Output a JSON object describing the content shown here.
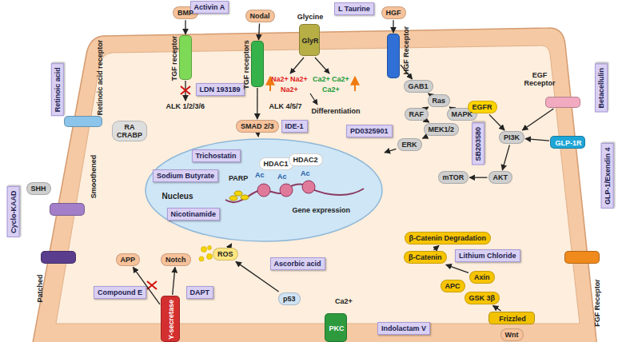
{
  "diagram": {
    "nodes": [
      {
        "text": [
          "BMP"
        ]
      },
      {
        "text": [
          "TGF receptor"
        ]
      },
      {
        "text": [
          "LDN 193189"
        ]
      },
      {
        "text": [
          "Activin A"
        ]
      },
      {
        "text": [
          "Nodal"
        ]
      },
      {
        "text": [
          "TGF receptors"
        ]
      },
      {
        "text": [
          "SMAD 2/3"
        ]
      },
      {
        "text": [
          "IDE-1"
        ]
      },
      {
        "text": [
          "Glycine",
          "GlyR"
        ]
      },
      {
        "text": [
          "L Taurine"
        ]
      },
      {
        "text": [
          "HGF"
        ]
      },
      {
        "text": [
          "HGF Receptor"
        ]
      },
      {
        "text": [
          "GAB1"
        ]
      },
      {
        "text": [
          "Ras"
        ]
      },
      {
        "text": [
          "RAF"
        ]
      },
      {
        "text": [
          "MAPK"
        ]
      },
      {
        "text": [
          "MEK1/2"
        ]
      },
      {
        "text": [
          "ERK"
        ]
      },
      {
        "text": [
          "PD0325901"
        ]
      },
      {
        "text": [
          "EGF Receptor"
        ]
      },
      {
        "text": [
          "Betacellulin"
        ]
      },
      {
        "text": [
          "EGFR"
        ]
      },
      {
        "text": [
          "PI3K"
        ]
      },
      {
        "text": [
          "GLP-1R"
        ]
      },
      {
        "text": [
          "GLP-1/Exendin 4"
        ]
      },
      {
        "text": [
          "SB203580"
        ]
      },
      {
        "text": [
          "AKT"
        ]
      },
      {
        "text": [
          "mTOR"
        ]
      },
      {
        "text": [
          "Retinoic acid"
        ]
      },
      {
        "text": [
          "Retinoic acid receptor"
        ]
      },
      {
        "text": [
          "RA",
          "CRABP"
        ]
      },
      {
        "text": [
          "Cyclo-KAAD"
        ]
      },
      {
        "text": [
          "SHH"
        ]
      },
      {
        "text": [
          "Smoothened"
        ]
      },
      {
        "text": [
          "Patched"
        ]
      },
      {
        "text": [
          "Nucleus"
        ]
      },
      {
        "text": [
          "Trichostatin"
        ],
        "in": 35
      },
      {
        "text": [
          "Sodium Butyrate"
        ],
        "in": 35
      },
      {
        "text": [
          "Nicotinamide"
        ],
        "in": 35
      },
      {
        "text": [
          "HDAC1"
        ],
        "in": 35
      },
      {
        "text": [
          "HDAC2"
        ],
        "in": 35
      },
      {
        "text": [
          "APP"
        ]
      },
      {
        "text": [
          "Notch"
        ]
      },
      {
        "text": [
          "Compound E"
        ]
      },
      {
        "text": [
          "DAPT"
        ]
      },
      {
        "text": [
          "Y-secretase"
        ]
      },
      {
        "text": [
          "ROS"
        ]
      },
      {
        "text": [
          "Ascorbic acid"
        ]
      },
      {
        "text": [
          "p53"
        ]
      },
      {
        "text": [
          "PKC"
        ]
      },
      {
        "text": [
          "Indolactam V"
        ]
      },
      {
        "text": [
          "β-Catenin Degradation"
        ]
      },
      {
        "text": [
          "β-Catenin"
        ]
      },
      {
        "text": [
          "Lithium Chloride"
        ]
      },
      {
        "text": [
          "APC"
        ]
      },
      {
        "text": [
          "Axin"
        ]
      },
      {
        "text": [
          "GSK 3β"
        ]
      },
      {
        "text": [
          "Frizzled"
        ]
      },
      {
        "text": [
          "Wnt"
        ]
      },
      {
        "text": [
          "FGF Receptor"
        ]
      }
    ],
    "edges": [
      {
        "from": 5,
        "to": 6,
        "arrow": "to"
      },
      {
        "from": 6,
        "to": 35,
        "arrow": "to"
      },
      {
        "from": 11,
        "to": 12,
        "arrow": "to"
      },
      {
        "from": 12,
        "to": 13,
        "arrow": "to"
      },
      {
        "from": 13,
        "to": 14,
        "arrow": "to"
      },
      {
        "from": 13,
        "to": 15,
        "arrow": "to"
      },
      {
        "from": 14,
        "to": 16,
        "arrow": "to"
      },
      {
        "from": 16,
        "to": 17,
        "arrow": "to"
      },
      {
        "from": 17,
        "to": 35,
        "arrow": "to"
      },
      {
        "from": 19,
        "to": 22,
        "arrow": "to"
      },
      {
        "from": 21,
        "to": 22,
        "arrow": "to"
      },
      {
        "from": 23,
        "to": 22,
        "arrow": "to"
      },
      {
        "from": 22,
        "to": 26,
        "arrow": "to"
      },
      {
        "from": 26,
        "to": 27,
        "arrow": "to"
      },
      {
        "from": 45,
        "to": 41,
        "arrow": "to"
      },
      {
        "from": 45,
        "to": 42,
        "arrow": "to"
      },
      {
        "from": 48,
        "to": 46,
        "arrow": "to"
      },
      {
        "from": 46,
        "to": 35,
        "arrow": "to"
      },
      {
        "from": 57,
        "to": 56,
        "arrow": "to"
      },
      {
        "from": 55,
        "to": 52,
        "arrow": "to"
      },
      {
        "from": 52,
        "to": 51,
        "arrow": "to"
      },
      {
        "from": 0,
        "to": 1,
        "arrow": "to"
      },
      {
        "from": 4,
        "to": 5,
        "arrow": "to"
      },
      {
        "from": 10,
        "to": 11,
        "arrow": "to"
      }
    ],
    "labels": [
      "ALK 1/2/3/6",
      "ALK 4/5/7",
      "Na2+",
      "Na2+",
      "Na2+",
      "Ca2+",
      "Ca2+",
      "Ca2+",
      "Differentiation",
      "PARP",
      "Ac",
      "Ac",
      "Ac",
      "Gene expression",
      "Ca2+"
    ]
  }
}
